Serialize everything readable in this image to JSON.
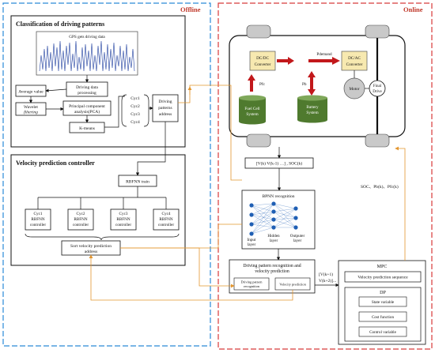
{
  "offline": {
    "title": "Offline",
    "classification": {
      "title": "Classification of driving patterns",
      "gps_label": "GPS gets driving data",
      "average_value": "Average value",
      "wavelet_line1": "Wavelet",
      "wavelet_line2": "filtering",
      "data_processing_line1": "Driving data",
      "data_processing_line2": "processing",
      "pca_line1": "Principal component",
      "pca_line2": "analysis(PCA)",
      "kmeans": "K-means",
      "cycles": [
        "Cyc1",
        "Cyc2",
        "Cyc3",
        "Cyc4"
      ],
      "address_line1": "Driving",
      "address_line2": "patterns",
      "address_line3": "address"
    },
    "velocity": {
      "title": "Velocity prediction controller",
      "rbfnn_train": "RBFNN train",
      "controllers": [
        {
          "line1": "Cyc1",
          "line2": "RBFNN",
          "line3": "controller"
        },
        {
          "line1": "Cyc2",
          "line2": "RBFNN",
          "line3": "controller"
        },
        {
          "line1": "Cyc3",
          "line2": "RBFNN",
          "line3": "controller"
        },
        {
          "line1": "Cyc4",
          "line2": "RBFNN",
          "line3": "controller"
        }
      ],
      "sort_line1": "Sort velocity prediction",
      "sort_line2": "address"
    }
  },
  "online": {
    "title": "Online",
    "vehicle": {
      "dcdc_line1": "DC/DC",
      "dcdc_line2": "Converter",
      "pdemand": "Pdemand",
      "dcac_line1": "DC/AC",
      "dcac_line2": "Converter",
      "pfc": "Pfc",
      "pb": "Pb",
      "motor": "Motor",
      "final_line1": "Final",
      "final_line2": "Drive",
      "fuel_line1": "Fuel Cell",
      "fuel_line2": "System",
      "battery_line1": "Battery",
      "battery_line2": "System"
    },
    "input_vector": "[V(k) V(k-1) …] , SOC(k)",
    "bpnn": {
      "title": "BPNN recognition",
      "input_line1": "Input",
      "input_line2": "layer",
      "hidden_line1": "Hidden",
      "hidden_line2": "layer",
      "output_line1": "Outputer",
      "output_line2": "layer"
    },
    "soc_label": "SOC、Pb(k)、Pfc(k)",
    "recognition": {
      "title_line1": "Driving pattern recognition and",
      "title_line2": "velocity prediction",
      "sub1_line1": "Driving pattern",
      "sub1_line2": "recognition",
      "sub2": "Velocity prediction"
    },
    "future_v_line1": "[V(k+1)",
    "future_v_line2": "V(k+2)]...",
    "mpc": {
      "title": "MPC",
      "sequence": "Velocity prediction sequence",
      "dp": "DP",
      "state": "State variable",
      "cost": "Cost function",
      "control": "Control variable"
    }
  },
  "colors": {
    "offline_border": "#2a8ad8",
    "online_border": "#d83a3a",
    "orange_line": "#e3962f",
    "fuel_cell": "#4f7a2e",
    "battery": "#4f7a2e",
    "power_arrow": "#c2181b",
    "neuron": "#1f5fb4"
  }
}
